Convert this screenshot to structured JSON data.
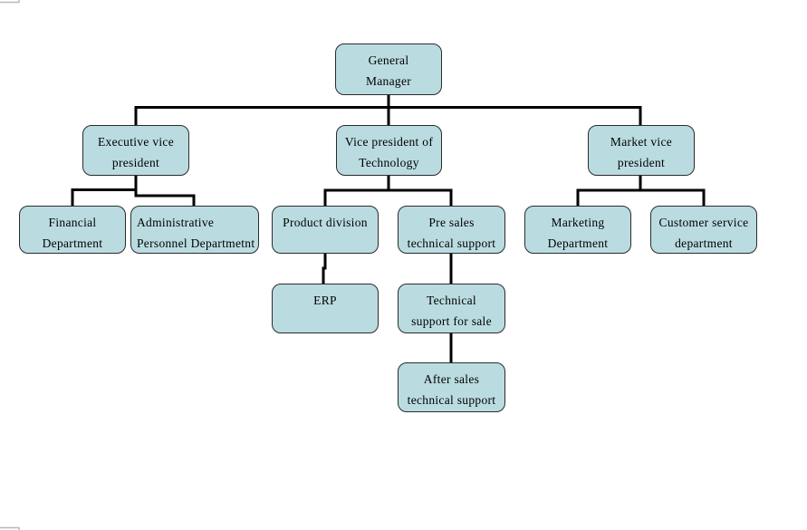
{
  "page": {
    "background": "#ffffff",
    "node_fill": "#badce1",
    "node_border": "#2b2b2b",
    "connector_color": "#000000",
    "boundary_mark_color": "#b8b8b8"
  },
  "diagram": {
    "type": "org-chart",
    "nodes": [
      {
        "id": "general-manager",
        "label": "General Manager",
        "lines": [
          "General",
          "Manager"
        ]
      },
      {
        "id": "executive-vp",
        "label": "Executive vice president",
        "lines": [
          "Executive vice",
          "president"
        ]
      },
      {
        "id": "vp-technology",
        "label": "Vice president of Technology",
        "lines": [
          "Vice president of",
          "Technology"
        ]
      },
      {
        "id": "market-vp",
        "label": "Market vice president",
        "lines": [
          "Market vice",
          "president"
        ]
      },
      {
        "id": "financial-dept",
        "label": "Financial Department",
        "lines": [
          "Financial",
          "Department"
        ]
      },
      {
        "id": "admin-personnel-dept",
        "label": "Administrative Personnel Departmetnt",
        "lines": [
          "Administrative",
          "Personnel Departmetnt"
        ]
      },
      {
        "id": "product-division",
        "label": "Product division",
        "lines": [
          "Product division"
        ]
      },
      {
        "id": "pre-sales-support",
        "label": "Pre sales technical support",
        "lines": [
          "Pre sales",
          "technical support"
        ]
      },
      {
        "id": "marketing-dept",
        "label": "Marketing Department",
        "lines": [
          "Marketing",
          "Department"
        ]
      },
      {
        "id": "customer-service-dept",
        "label": "Customer service department",
        "lines": [
          "Customer service",
          "department"
        ]
      },
      {
        "id": "erp",
        "label": "ERP",
        "lines": [
          "ERP"
        ]
      },
      {
        "id": "tech-support-sale",
        "label": "Technical support for sale",
        "lines": [
          "Technical",
          "support for sale"
        ]
      },
      {
        "id": "after-sales-support",
        "label": "After sales technical support",
        "lines": [
          "After sales",
          "technical support"
        ]
      }
    ],
    "edges": [
      {
        "from": "General Manager",
        "to": "Executive vice president"
      },
      {
        "from": "General Manager",
        "to": "Vice president of Technology"
      },
      {
        "from": "General Manager",
        "to": "Market vice president"
      },
      {
        "from": "Executive vice president",
        "to": "Financial Department"
      },
      {
        "from": "Executive vice president",
        "to": "Administrative Personnel Departmetnt"
      },
      {
        "from": "Vice president of Technology",
        "to": "Product division"
      },
      {
        "from": "Vice president of Technology",
        "to": "Pre sales technical support"
      },
      {
        "from": "Market vice president",
        "to": "Marketing Department"
      },
      {
        "from": "Market vice president",
        "to": "Customer service department"
      },
      {
        "from": "Product division",
        "to": "ERP"
      },
      {
        "from": "Pre sales technical support",
        "to": "Technical support for sale"
      },
      {
        "from": "Technical support for sale",
        "to": "After sales technical support"
      }
    ]
  }
}
